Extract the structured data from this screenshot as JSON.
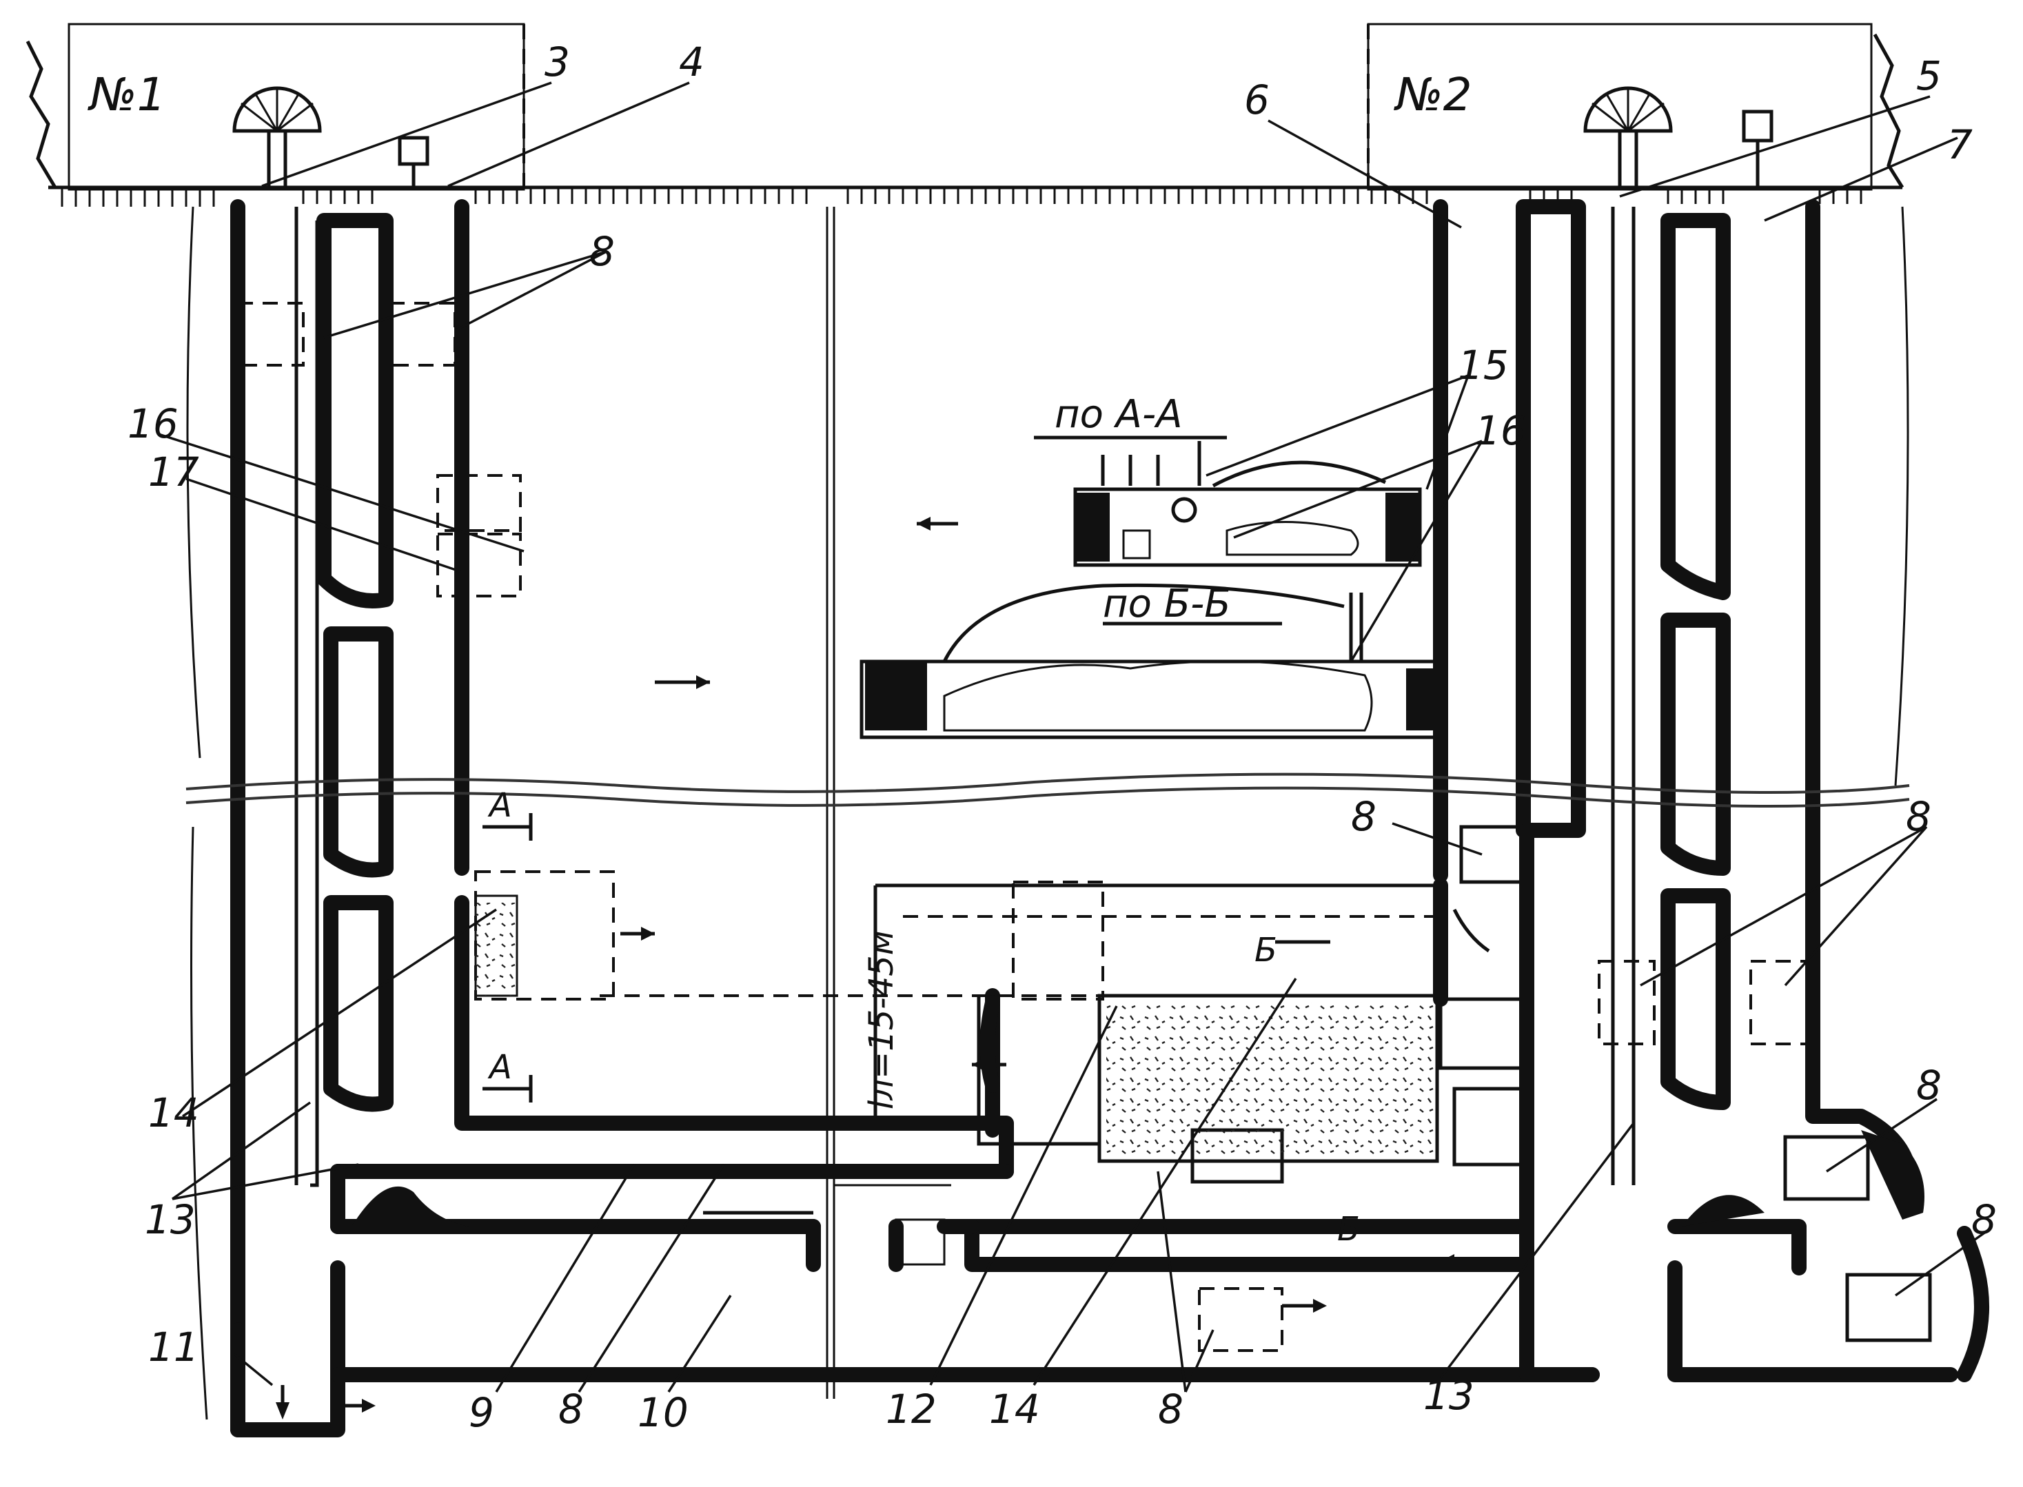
{
  "panels": {
    "panel1": "№1",
    "panel2": "№2"
  },
  "sections": {
    "section_a": "по А-А",
    "section_b": "по Б-Б",
    "mark_a_top": "А",
    "mark_a_bottom": "А",
    "mark_b_top": "Б",
    "mark_b_bottom": "Б"
  },
  "dimension": {
    "label": "lл=15-45м"
  },
  "labels": {
    "l3": "3",
    "l4": "4",
    "l5": "5",
    "l6": "6",
    "l7": "7",
    "l8_top": "8",
    "l8_r1": "8",
    "l8_r2": "8",
    "l8_r3": "8",
    "l8_r4": "8",
    "l8_bot1": "8",
    "l8_bot2": "8",
    "l9": "9",
    "l10": "10",
    "l11": "11",
    "l12": "12",
    "l13_left": "13",
    "l13_right": "13",
    "l14_left": "14",
    "l14_bot": "14",
    "l15": "15",
    "l16_left": "16",
    "l16_right": "16",
    "l17": "17"
  }
}
